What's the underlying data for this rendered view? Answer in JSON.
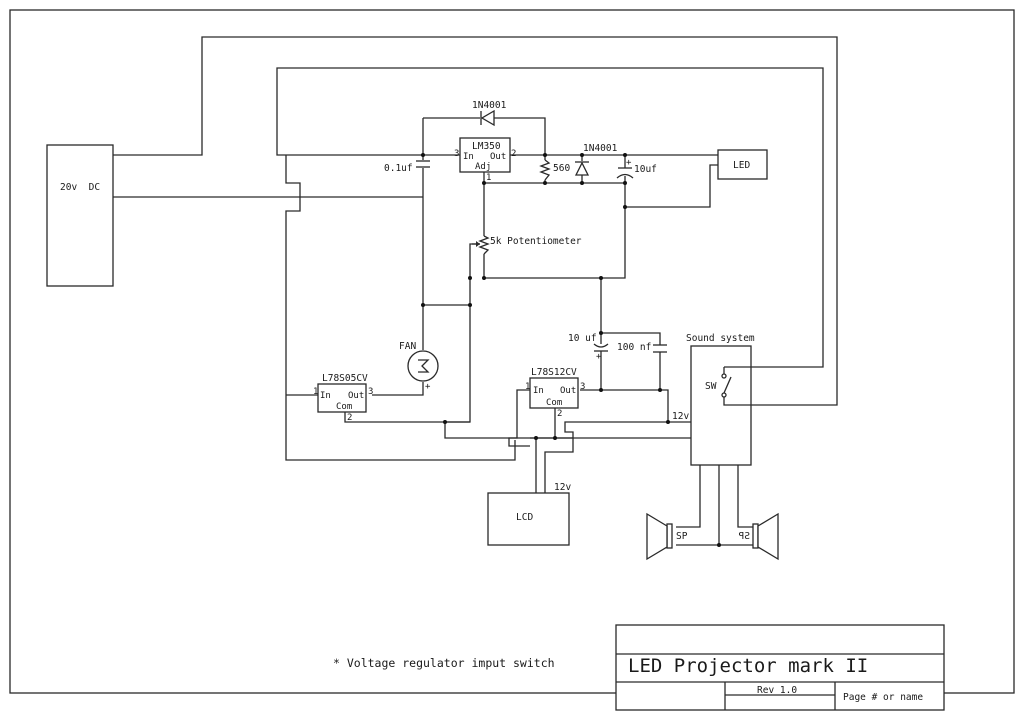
{
  "diagram": {
    "type": "electronic-schematic",
    "title_block": {
      "title": "LED Projector mark II",
      "revision": "Rev 1.0",
      "page": "Page # or name"
    },
    "note": "* Voltage regulator imput switch",
    "components": {
      "power_supply": {
        "label": "20v  DC"
      },
      "lm350": {
        "name": "LM350",
        "pin_in": "In",
        "pin_out": "Out",
        "pin_adj": "Adj",
        "pin_in_num": "3",
        "pin_out_num": "2",
        "pin_adj_num": "1"
      },
      "diode_feedback": {
        "label": "1N4001"
      },
      "diode_shunt": {
        "label": "1N4001"
      },
      "cap_input": {
        "label": "0.1uf"
      },
      "resistor": {
        "label": "560"
      },
      "cap_output": {
        "label": "10uf"
      },
      "led": {
        "label": "LED"
      },
      "potentiometer": {
        "label": "5k Potentiometer"
      },
      "fan": {
        "label": "FAN",
        "polarity": "+"
      },
      "reg_5v": {
        "name": "L78S05CV",
        "pin_in": "In",
        "pin_out": "Out",
        "pin_com": "Com",
        "pin_in_num": "1",
        "pin_out_num": "3",
        "pin_com_num": "2"
      },
      "reg_12v": {
        "name": "L78S12CV",
        "pin_in": "In",
        "pin_out": "Out",
        "pin_com": "Com",
        "pin_in_num": "1",
        "pin_out_num": "3",
        "pin_com_num": "2"
      },
      "cap_12v_a": {
        "label": "10 uf",
        "polarity": "+"
      },
      "cap_12v_b": {
        "label": "100 nf"
      },
      "sound_system": {
        "label": "Sound system",
        "switch_label": "SW",
        "supply_label": "12v"
      },
      "lcd": {
        "label": "LCD",
        "supply_label": "12v"
      },
      "speaker_left": {
        "label": "SP"
      },
      "speaker_right": {
        "label": "SP"
      }
    }
  }
}
